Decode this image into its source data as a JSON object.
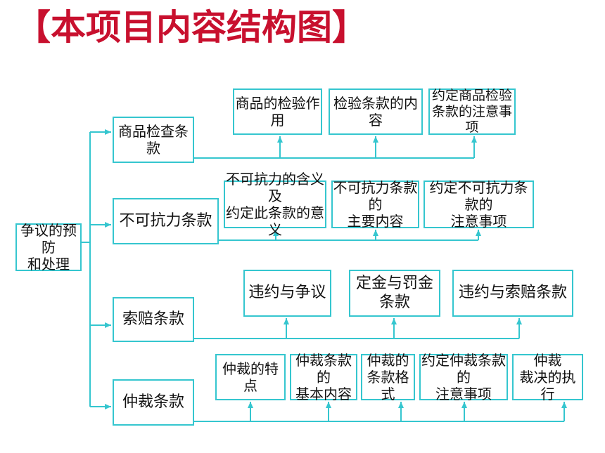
{
  "title": "【本项目内容结构图】",
  "root": "争议的预防\n和处理",
  "branches": [
    {
      "label": "商品检查条款",
      "subs": [
        "商品的检验作用",
        "检验条款的内容",
        "约定商品检验\n条款的注意事项"
      ]
    },
    {
      "label": "不可抗力条款",
      "subs": [
        "不可抗力的含义及\n约定此条款的意义",
        "不可抗力条款的\n主要内容",
        "约定不可抗力条款的\n注意事项"
      ]
    },
    {
      "label": "索赔条款",
      "subs": [
        "违约与争议",
        "定金与罚金条款",
        "违约与索赔条款"
      ]
    },
    {
      "label": "仲裁条款",
      "subs": [
        "仲裁的特点",
        "仲裁条款的\n基本内容",
        "仲裁的\n条款格式",
        "约定仲裁条款的\n注意事项",
        "仲裁\n裁决的执行"
      ]
    }
  ],
  "colors": {
    "line": "#35c6cf",
    "title": "#c8102e"
  }
}
